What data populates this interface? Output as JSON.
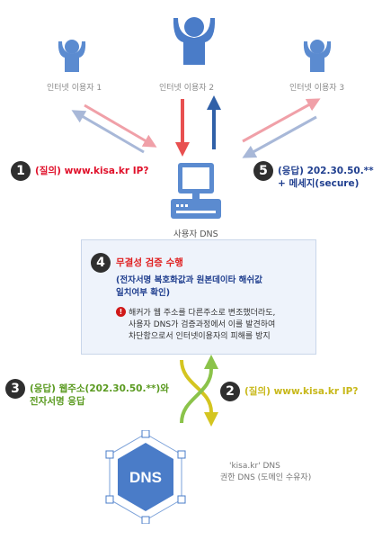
{
  "users": [
    {
      "label": "인터넷 이용자 1"
    },
    {
      "label": "인터넷 이용자 2"
    },
    {
      "label": "인터넷 이용자 3"
    }
  ],
  "user_dns": {
    "label": "사용자 DNS"
  },
  "steps": [
    {
      "number": "1",
      "text": "(질의) www.kisa.kr IP?"
    },
    {
      "number": "2",
      "text": "(질의) www.kisa.kr IP?"
    },
    {
      "number": "3",
      "line1": "(응답) 웹주소(202.30.50.**)와",
      "line2": "전자서명 응답"
    },
    {
      "number": "4",
      "title": "무결성 검증 수행",
      "detail_line1": "(전자서명 복호화값과 원본데이타 해쉬값",
      "detail_line2": "일치여부 확인)",
      "warning_icon": "!",
      "note_line1": "해커가 웹 주소를 다른주소로 변조했더라도,",
      "note_line2": "사용자 DNS가 검증과정에서 이를 발견하여",
      "note_line3": "차단함으로서 인터넷이용자의 피해를 방지"
    },
    {
      "number": "5",
      "line1": "(응답) 202.30.50.**",
      "line2": "+ 메세지(secure)"
    }
  ],
  "auth_dns": {
    "hex_label": "DNS",
    "label_line1": "'kisa.kr' DNS",
    "label_line2": "권한 DNS (도메인 수유자)"
  },
  "colors": {
    "user_icon": "#5b8bd0",
    "user_icon_big": "#4a7cc8",
    "step1_text": "#e0102a",
    "step2_text": "#c8b81a",
    "step3_text": "#5a9a20",
    "step5_text": "#203f8f",
    "arrow_red": "#f0a0a8",
    "arrow_blue": "#a8b8d8",
    "arrow_red_strong": "#e85050",
    "arrow_blue_strong": "#3060a8",
    "arrow_green": "#8bc34a",
    "arrow_yellow": "#d4c520",
    "hex_fill": "#4a7cc8"
  }
}
